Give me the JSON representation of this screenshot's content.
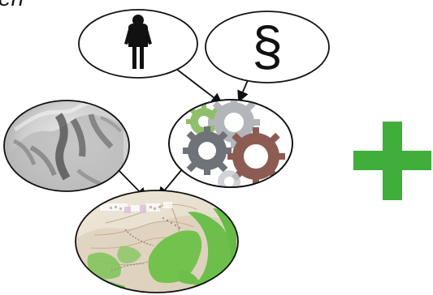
{
  "top_left_text": "en",
  "nodes": {
    "person": {
      "icon": "person-icon"
    },
    "law": {
      "symbol": "§",
      "icon": "section-sign-icon"
    },
    "terrain": {
      "icon": "hillshade-terrain-image"
    },
    "process": {
      "icon": "gears-icon"
    },
    "map": {
      "icon": "topographic-map-image"
    }
  },
  "plus": {
    "icon": "plus-icon"
  },
  "colors": {
    "plus": "#3fae3a",
    "outline": "#111111",
    "gear_green": "#8fbf6a",
    "gear_gray": "#a7aab0",
    "gear_brown": "#8c5b52",
    "gear_dark": "#6f7278",
    "map_forest": "#6cbf4a",
    "map_base": "#e9e1d2",
    "terrain_light": "#d8d8d8",
    "terrain_dark": "#3c3c3c"
  }
}
